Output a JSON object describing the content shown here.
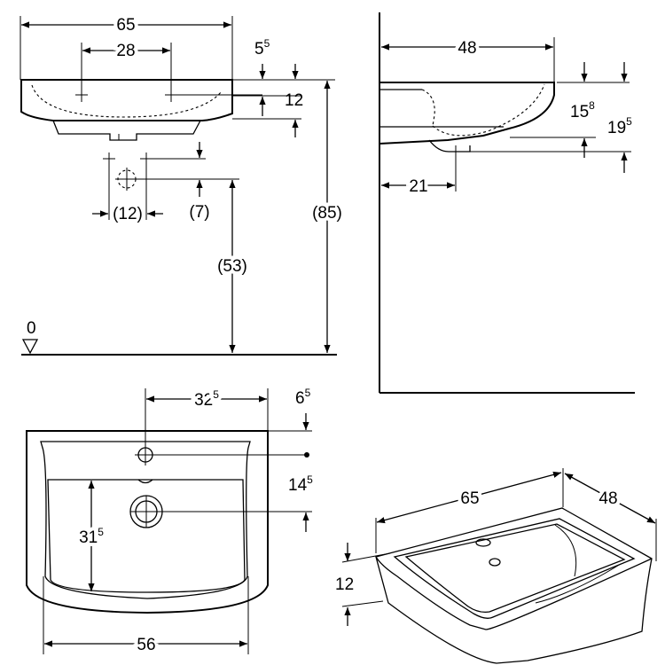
{
  "front_view": {
    "dim_width": "65",
    "dim_tap_spacing": "28",
    "dim_rim_thickness": "5",
    "dim_rim_thickness_sup": "5",
    "dim_anchor_height": "12",
    "dim_waste_spacing": "(12)",
    "dim_waste_offset": "(7)",
    "dim_waste_height": "(53)",
    "dim_rim_height": "(85)",
    "floor_level": "0"
  },
  "side_view": {
    "dim_depth": "48",
    "dim_outlet_distance": "21",
    "dim_height_1": "15",
    "dim_height_1_sup": "8",
    "dim_height_2": "19",
    "dim_height_2_sup": "5"
  },
  "top_view": {
    "dim_taphole_offset": "32",
    "dim_taphole_offset_sup": "5",
    "dim_taphole_depth": "6",
    "dim_taphole_depth_sup": "5",
    "dim_drain_distance": "14",
    "dim_drain_distance_sup": "5",
    "dim_bowl_depth": "31",
    "dim_bowl_depth_sup": "5",
    "dim_bowl_width": "56"
  },
  "iso_view": {
    "dim_width": "65",
    "dim_depth": "48",
    "dim_height": "12"
  }
}
